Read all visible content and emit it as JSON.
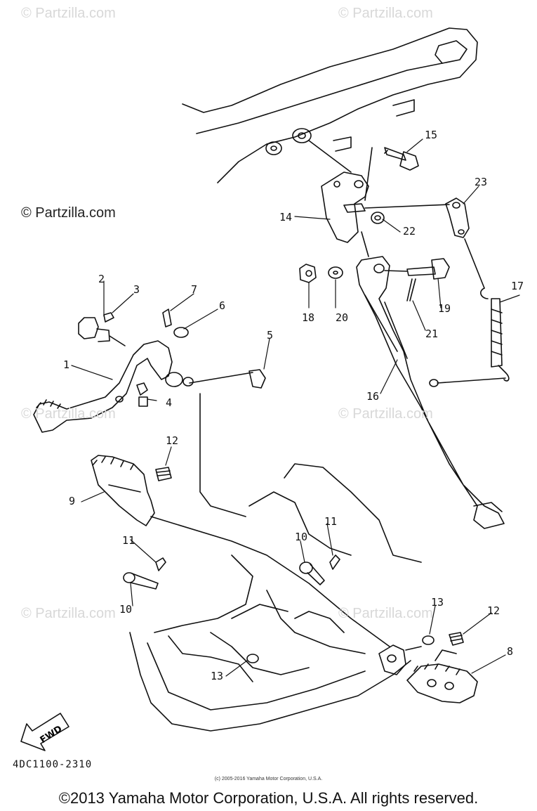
{
  "watermarks": [
    "© Partzilla.com",
    "© Partzilla.com",
    "© Partzilla.com",
    "© Partzilla.com",
    "© Partzilla.com",
    "© Partzilla.com",
    "© Partzilla.com"
  ],
  "callouts": [
    "1",
    "2",
    "3",
    "4",
    "5",
    "6",
    "7",
    "8",
    "9",
    "10",
    "10",
    "11",
    "11",
    "12",
    "12",
    "13",
    "13",
    "14",
    "15",
    "16",
    "17",
    "18",
    "19",
    "20",
    "21",
    "22",
    "23"
  ],
  "fwd_label": "FWD",
  "diagram_code": "4DC1100-2310",
  "small_copyright": "(c) 2005-2016 Yamaha Motor Corporation, U.S.A.",
  "footer": "©2013 Yamaha Motor Corporation, U.S.A. All rights reserved."
}
